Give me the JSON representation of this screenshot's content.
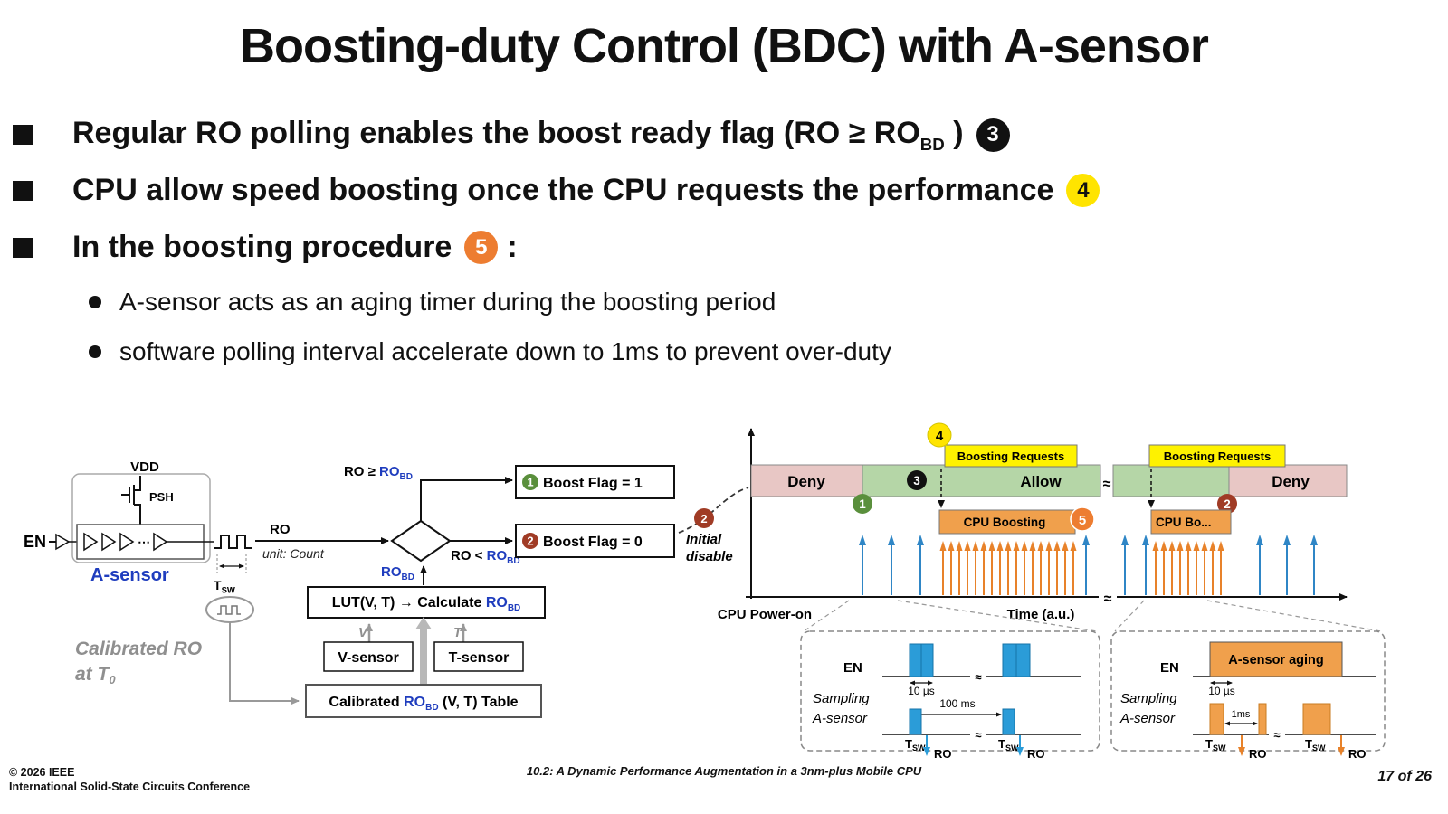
{
  "title": "Boosting-duty Control (BDC) with A-sensor",
  "bullets": {
    "b1_pre": "Regular RO polling enables the boost ready flag (RO ≥ RO",
    "b1_sub": "BD",
    "b1_post": " )",
    "b1_badge": "3",
    "b2_text": "CPU allow speed boosting once the CPU requests the performance",
    "b2_badge": "4",
    "b3_text": "In the boosting procedure",
    "b3_badge": "5",
    "b3_colon": ":",
    "sub1": "A-sensor acts as an aging timer during the boosting period",
    "sub2": "software polling interval accelerate down to 1ms to prevent over-duty"
  },
  "block": {
    "vdd": "VDD",
    "psh": "PSH",
    "en": "EN",
    "a_sensor": "A-sensor",
    "ro": "RO",
    "unit": "unit: Count",
    "t": "T",
    "sw": "SW",
    "calibrated_ro": "Calibrated RO",
    "at_t": "at T",
    "zero": "0",
    "ge": "RO ≥ ",
    "lt": "RO < ",
    "ro_blue": "RO",
    "bd": "BD",
    "flag1_num": "1",
    "flag1_text": "Boost Flag = 1",
    "flag0_num": "2",
    "flag0_text": "Boost Flag = 0",
    "lut_pre": "LUT(V, T) → Calculate ",
    "v": "V",
    "t_label": "T",
    "v_sensor": "V-sensor",
    "t_sensor": "T-sensor",
    "table_pre": "Calibrated ",
    "table_post": " (V, T) Table",
    "init_num": "2",
    "init_line1": "Initial",
    "init_line2": "disable"
  },
  "timing": {
    "power_on": "CPU Power-on",
    "time": "Time (a.u.)",
    "deny": "Deny",
    "allow": "Allow",
    "deny2": "Deny",
    "n1": "1",
    "n2": "2",
    "n3": "3",
    "n4": "4",
    "n5": "5",
    "req": "Boosting Requests",
    "boosting": "CPU Boosting",
    "boosting_cut": "CPU Bo...",
    "approx": "≈"
  },
  "insets": {
    "en": "EN",
    "us10": "10 µs",
    "ms100": "100 ms",
    "ms1": "1ms",
    "sampling": "Sampling",
    "a_sensor": "A-sensor",
    "aging": "A-sensor aging",
    "t": "T",
    "sw": "SW",
    "ro": "RO"
  },
  "footer": {
    "c1": "© 2026 IEEE",
    "c2": "International Solid-State Circuits Conference",
    "session": "10.2: ",
    "paper": "A Dynamic Performance Augmentation in a 3nm-plus Mobile CPU",
    "page": "17 of 26"
  },
  "colors": {
    "accent_blue": "#1f3dbe",
    "badge_green": "#5a8f3c",
    "badge_dark_red": "#a03b25",
    "badge_black": "#111111",
    "badge_yellow": "#ffe400",
    "badge_orange": "#ed7d31",
    "band_deny_pink": "#e8c7c5",
    "band_allow_green": "#b5d6a7",
    "request_yellow": "#fef200",
    "boost_orange": "#f0a04c",
    "poll_arrow_blue": "#2f86c6",
    "boost_arrow_orange": "#e8822a",
    "pulse_blue": "#2b9cd8",
    "gray_text": "#8f8f8f"
  }
}
